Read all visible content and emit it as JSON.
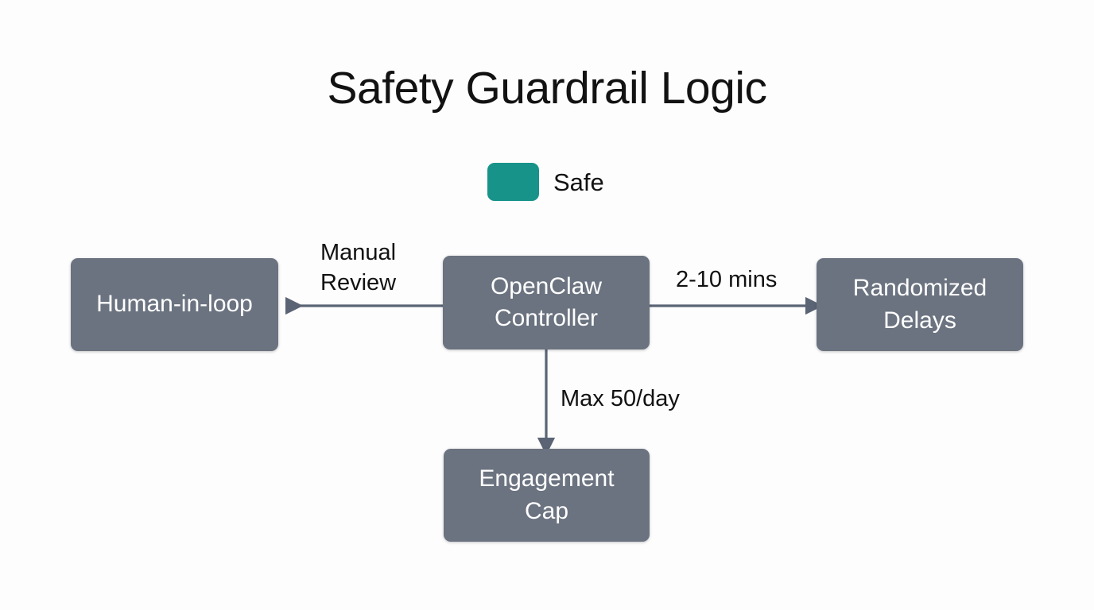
{
  "diagram": {
    "title": "Safety Guardrail Logic",
    "background_color": "#fdfdfd",
    "node_fill_color": "#6b7380",
    "node_text_color": "#ffffff",
    "edge_color": "#5a6474",
    "legend": {
      "swatch_color": "#18938a",
      "label": "Safe"
    },
    "nodes": [
      {
        "id": "human",
        "label": "Human-in-loop"
      },
      {
        "id": "controller",
        "label": "OpenClaw\nController"
      },
      {
        "id": "delays",
        "label": "Randomized\nDelays"
      },
      {
        "id": "cap",
        "label": "Engagement\nCap"
      }
    ],
    "edges": [
      {
        "id": "manual",
        "from": "controller",
        "to": "human",
        "label": "Manual\nReview",
        "direction": "left"
      },
      {
        "id": "delay",
        "from": "controller",
        "to": "delays",
        "label": "2-10 mins",
        "direction": "right"
      },
      {
        "id": "cap",
        "from": "controller",
        "to": "cap",
        "label": "Max 50/day",
        "direction": "down"
      }
    ]
  }
}
